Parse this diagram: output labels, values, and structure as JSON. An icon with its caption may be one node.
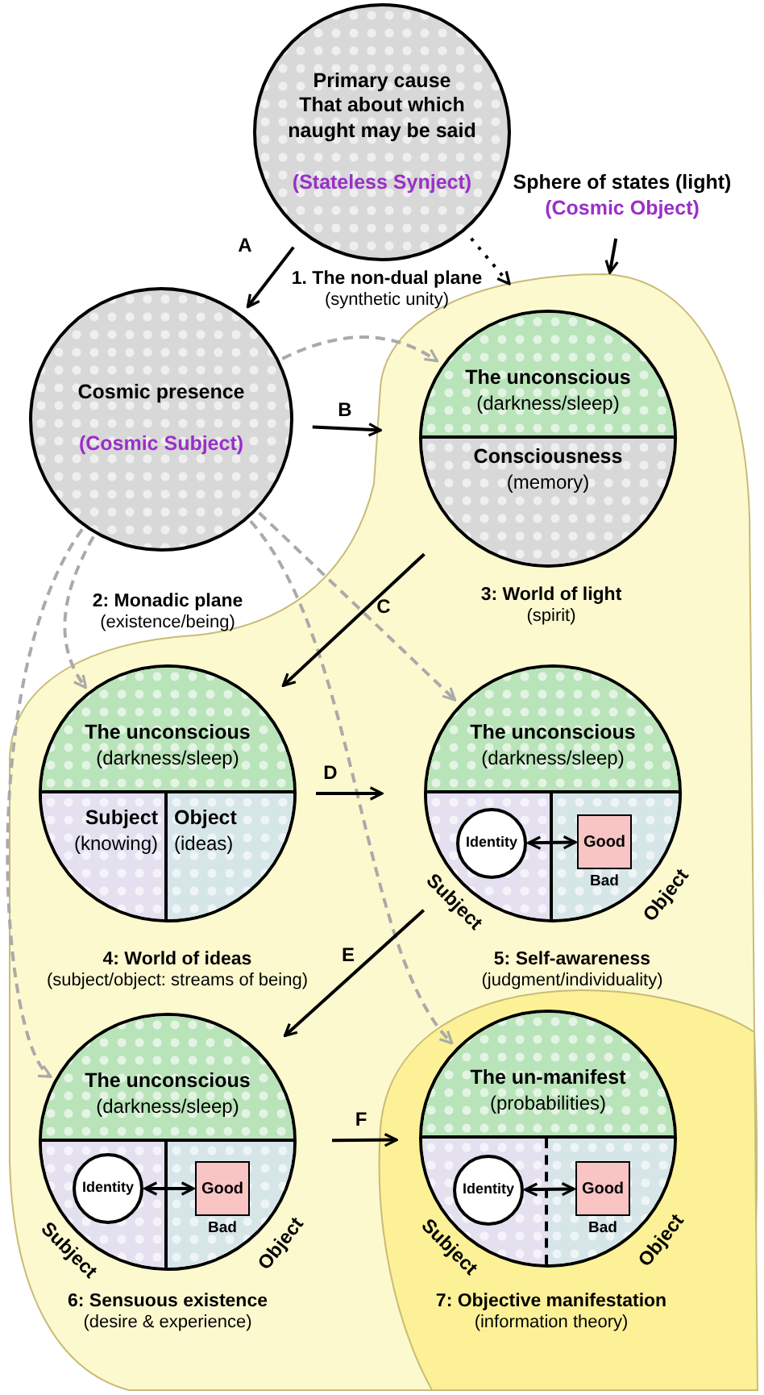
{
  "diagram": {
    "nodes": [
      {
        "text": [
          "Primary cause",
          "That about which naught may be said",
          "(Stateless Synject)"
        ],
        "beside": [
          "1. The non-dual plane",
          "(synthetic unity)"
        ]
      },
      {
        "text": [
          "Sphere of states (light)",
          "(Cosmic Object)"
        ]
      },
      {
        "text": [
          "Cosmic presence",
          "(Cosmic Subject)"
        ],
        "beside": [
          "2: Monadic plane",
          "(existence/being)"
        ]
      },
      {
        "text": [],
        "shape": "band"
      },
      {
        "text": [
          "The unconscious",
          "(darkness/sleep)",
          "Consciousness",
          "(memory)"
        ],
        "in": 3,
        "beside": [
          "3: World of light",
          "(spirit)"
        ]
      },
      {
        "text": [
          "The unconscious",
          "(darkness/sleep)",
          "Subject",
          "(knowing)",
          "Object",
          "(ideas)"
        ],
        "in": 3,
        "beside": [
          "4: World of ideas",
          "(subject/object: streams of being)"
        ]
      },
      {
        "text": [
          "The unconscious",
          "(darkness/sleep)",
          "Subject",
          "Object"
        ],
        "in": 3,
        "beside": [
          "5: Self-awareness",
          "(judgment/individuality)"
        ]
      },
      {
        "text": [
          "Identity"
        ],
        "in": 6
      },
      {
        "text": [
          "Good"
        ],
        "in": 6,
        "beside": [
          "Bad"
        ]
      },
      {
        "text": [
          "The unconscious",
          "(darkness/sleep)",
          "Subject",
          "Object"
        ],
        "in": 3,
        "beside": [
          "6: Sensuous existence",
          "(desire & experience)"
        ]
      },
      {
        "text": [
          "Identity"
        ],
        "in": 9
      },
      {
        "text": [
          "Good"
        ],
        "in": 9,
        "beside": [
          "Bad"
        ]
      },
      {
        "text": [],
        "shape": "band",
        "in": 3
      },
      {
        "text": [
          "The un-manifest",
          "(probabilities)",
          "Subject",
          "Object"
        ],
        "in": 12,
        "beside": [
          "7: Objective manifestation",
          "(information theory)"
        ]
      },
      {
        "text": [
          "Identity"
        ],
        "in": 13
      },
      {
        "text": [
          "Good"
        ],
        "in": 13,
        "beside": [
          "Bad"
        ]
      }
    ],
    "edges": [
      {
        "from": 0,
        "to": 2,
        "arrow": "to",
        "label": "A"
      },
      {
        "from": 0,
        "to": 3,
        "arrow": "to",
        "style": "dashed"
      },
      {
        "from": 1,
        "to": 3,
        "arrow": "to"
      },
      {
        "from": 2,
        "to": 4,
        "arrow": "to",
        "label": "B"
      },
      {
        "from": 2,
        "to": 4,
        "arrow": "to",
        "style": "dashed",
        "color": "#aaaaaa"
      },
      {
        "from": 2,
        "to": 5,
        "arrow": "to",
        "style": "dashed",
        "color": "#aaaaaa"
      },
      {
        "from": 2,
        "to": 6,
        "arrow": "to",
        "style": "dashed",
        "color": "#aaaaaa"
      },
      {
        "from": 2,
        "to": 9,
        "arrow": "to",
        "style": "dashed",
        "color": "#aaaaaa"
      },
      {
        "from": 2,
        "to": 13,
        "arrow": "to",
        "style": "dashed",
        "color": "#aaaaaa"
      },
      {
        "from": 4,
        "to": 5,
        "arrow": "to",
        "label": "C"
      },
      {
        "from": 5,
        "to": 6,
        "arrow": "to",
        "label": "D"
      },
      {
        "from": 6,
        "to": 9,
        "arrow": "to",
        "label": "E"
      },
      {
        "from": 9,
        "to": 13,
        "arrow": "to",
        "label": "F"
      },
      {
        "from": 7,
        "to": 8,
        "arrow": "both"
      },
      {
        "from": 10,
        "to": 11,
        "arrow": "both"
      },
      {
        "from": 14,
        "to": 15,
        "arrow": "both"
      }
    ]
  }
}
